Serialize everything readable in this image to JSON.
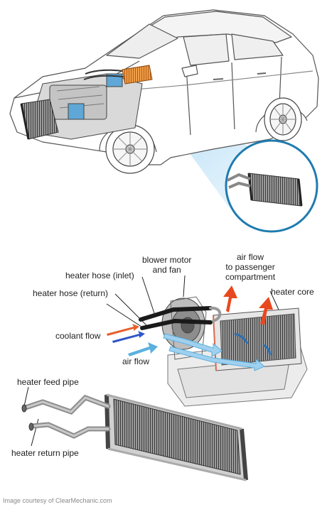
{
  "labels": {
    "blower": [
      "blower motor",
      "and fan"
    ],
    "air_to_passenger": [
      "air flow",
      "to passenger",
      "compartment"
    ],
    "hose_inlet": "heater hose (inlet)",
    "hose_return": "heater hose (return)",
    "heater_core": "heater core",
    "coolant_flow": "coolant flow",
    "air_flow": "air flow",
    "feed_pipe": "heater feed pipe",
    "return_pipe": "heater return pipe"
  },
  "credit": "Image courtesy of ClearMechanic.com",
  "colors": {
    "magnifier_ring": "#1f7bb0",
    "highlight_beam": "#bfe3f7",
    "heater_core_orange": "#e8832a",
    "coolant_inlet": "#e8602c",
    "coolant_return": "#2f57c8",
    "air_arrow_blue": "#5bb0e0",
    "air_arrow_red": "#e8481f"
  }
}
